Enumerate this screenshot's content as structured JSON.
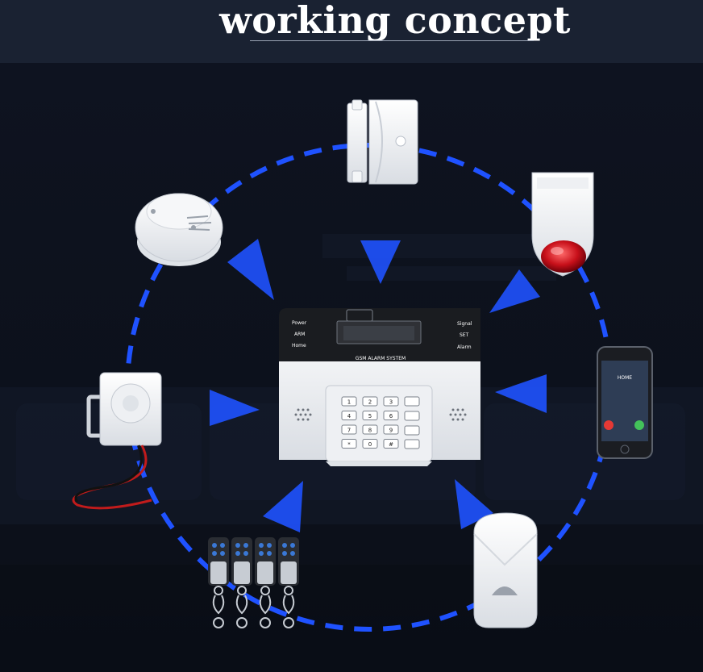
{
  "title": "working concept",
  "panel": {
    "label_power": "Power",
    "label_arm": "ARM",
    "label_home": "Home",
    "label_signal": "Signal",
    "label_set": "SET",
    "label_alarm": "Alarm",
    "brand": "GSM ALARM SYSTEM",
    "keys": [
      "1",
      "2",
      "3",
      "4",
      "5",
      "6",
      "7",
      "8",
      "9",
      "*",
      "0",
      "#"
    ]
  },
  "phone": {
    "screen_label": "HOME"
  },
  "devices": [
    "door-sensor-icon",
    "smoke-detector-icon",
    "strobe-siren-icon",
    "wired-siren-icon",
    "mobile-phone-icon",
    "remote-keyfobs-icon",
    "pir-motion-sensor-icon"
  ],
  "colors": {
    "accent_blue": "#1f52ff",
    "background": "#0e1320"
  }
}
